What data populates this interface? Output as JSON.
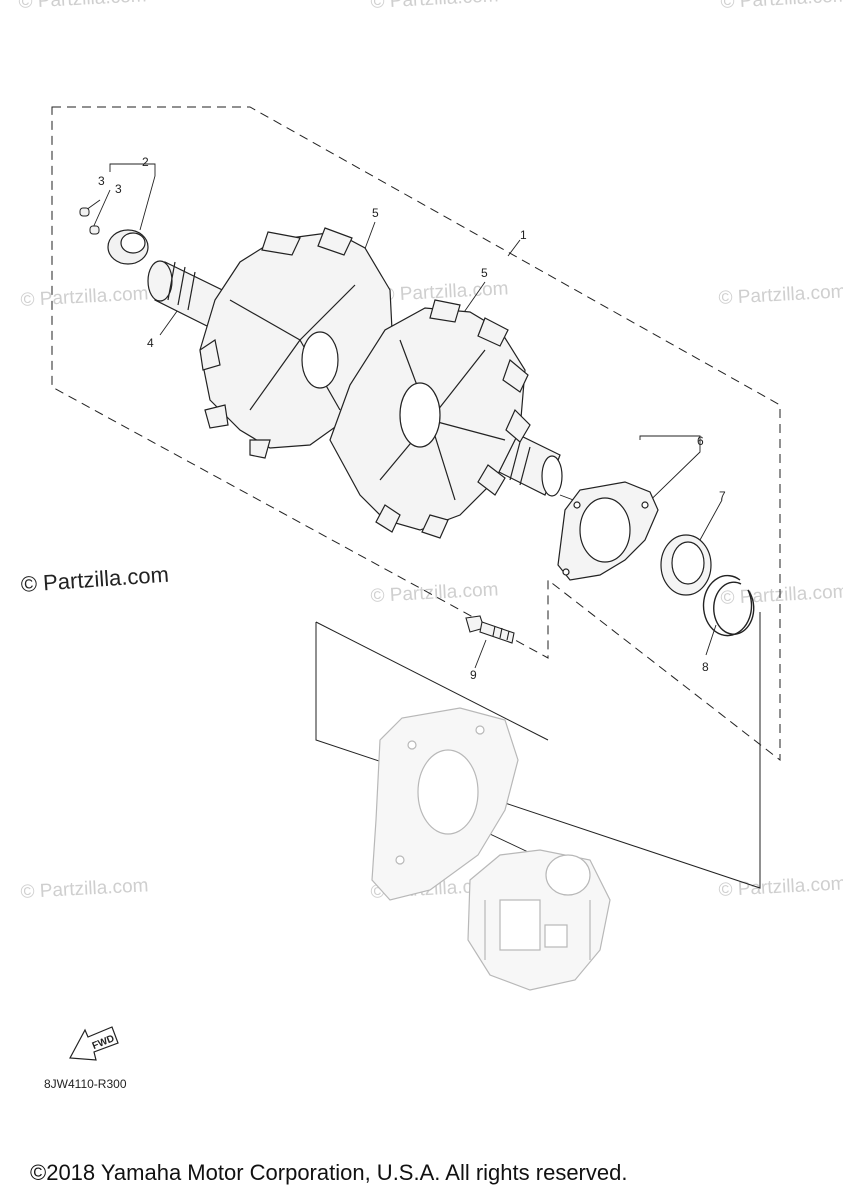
{
  "watermark": {
    "text": "© Partzilla.com",
    "main_text": "© Partzilla.com"
  },
  "callouts": [
    "1",
    "2",
    "3",
    "3",
    "4",
    "5",
    "5",
    "6",
    "7",
    "8",
    "9"
  ],
  "fwd_label": "FWD",
  "diagram_code": "8JW4110-R300",
  "copyright": "©2018 Yamaha Motor Corporation, U.S.A. All rights reserved.",
  "colors": {
    "line": "#222222",
    "watermark": "#cfcfcf",
    "ghost_part": "#b8b8b8",
    "fill": "#f2f2f2"
  }
}
